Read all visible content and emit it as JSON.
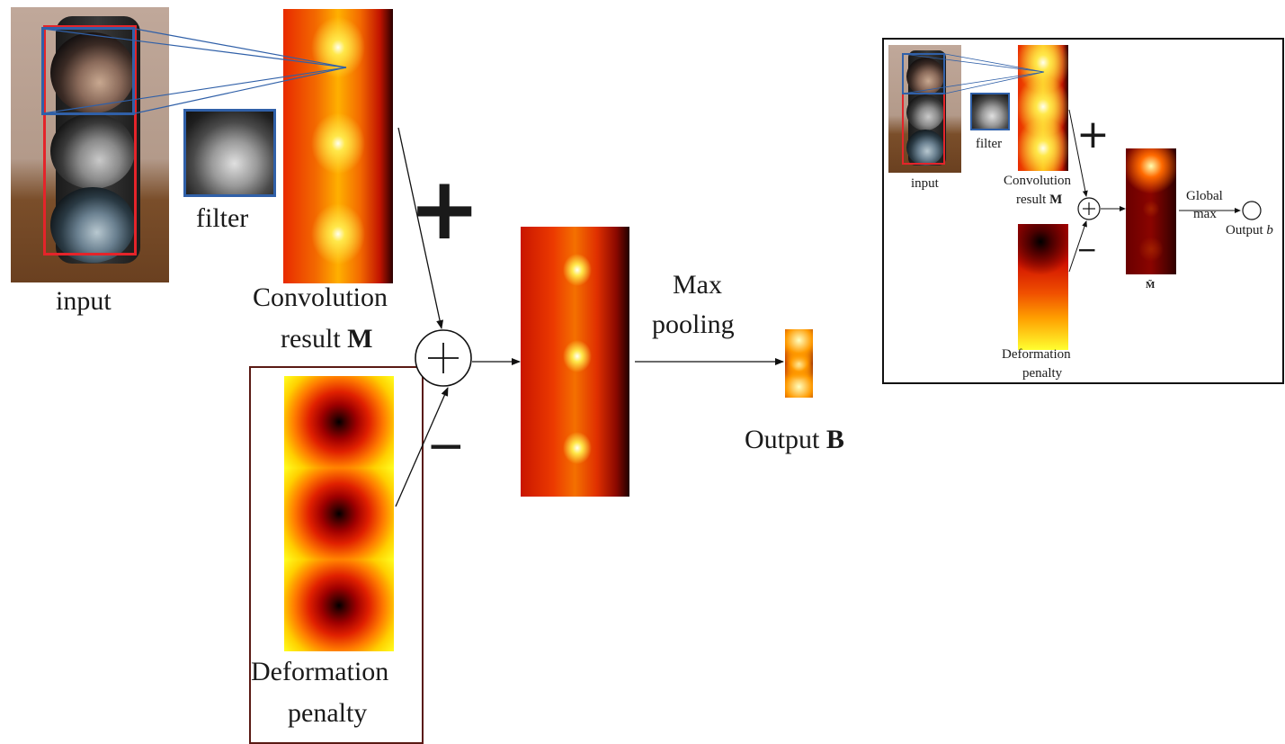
{
  "main": {
    "input_label": "input",
    "filter_label": "filter",
    "conv_label_line1": "Convolution",
    "conv_label_line2_text": "result ",
    "conv_label_line2_symbol": "M",
    "deform_label_line1": "Deformation",
    "deform_label_line2": "penalty",
    "plus_sign": "+",
    "minus_sign": "−",
    "maxpool_line1": "Max",
    "maxpool_line2": "pooling",
    "output_text": "Output ",
    "output_symbol": "B"
  },
  "inset": {
    "input_label": "input",
    "filter_label": "filter",
    "conv_label_line1": "Convolution",
    "conv_label_line2_text": "result ",
    "conv_label_line2_symbol": "M",
    "deform_label_line1": "Deformation",
    "deform_label_line2": "penalty",
    "plus_sign": "+",
    "minus_sign": "−",
    "global_line1": "Global",
    "global_line2": "max",
    "mbar_label": "M̃",
    "output_text": "Output ",
    "output_symbol": "b"
  },
  "colors": {
    "red_box": "#e4242a",
    "blue_box": "#3060a8",
    "frame": "#5a1a14"
  }
}
